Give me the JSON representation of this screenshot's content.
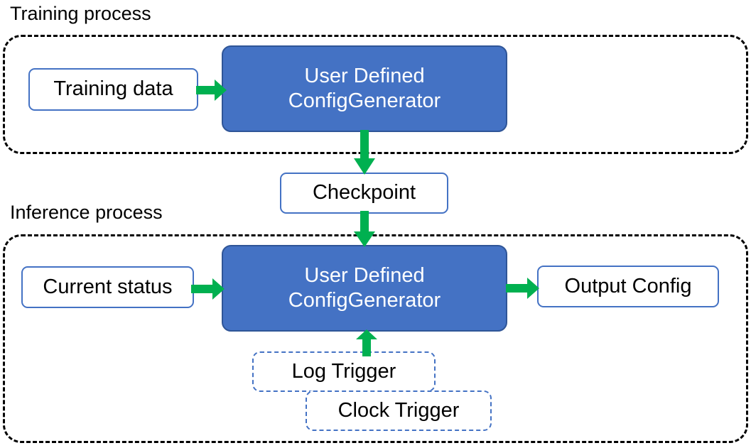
{
  "diagram": {
    "title_visible": false,
    "colors": {
      "process_fill": "#4472C4",
      "process_border": "#2F5597",
      "box_border": "#4472C4",
      "arrow": "#00B050",
      "container_border": "#000000",
      "text_dark": "#000000",
      "text_light": "#FFFFFF",
      "background": "#FFFFFF"
    },
    "sections": [
      {
        "id": "training",
        "label": "Training process"
      },
      {
        "id": "inference",
        "label": "Inference process"
      }
    ],
    "nodes": [
      {
        "id": "training-data",
        "label": "Training data",
        "style": "plain-box"
      },
      {
        "id": "generator-training",
        "line1": "User Defined",
        "line2": "ConfigGenerator",
        "style": "filled-box"
      },
      {
        "id": "checkpoint",
        "label": "Checkpoint",
        "style": "plain-box"
      },
      {
        "id": "current-status",
        "label": "Current status",
        "style": "plain-box"
      },
      {
        "id": "generator-inference",
        "line1": "User Defined",
        "line2": "ConfigGenerator",
        "style": "filled-box"
      },
      {
        "id": "output-config",
        "label": "Output Config",
        "style": "plain-box"
      },
      {
        "id": "log-trigger",
        "label": "Log Trigger",
        "style": "dashed-box"
      },
      {
        "id": "clock-trigger",
        "label": "Clock Trigger",
        "style": "dashed-box"
      }
    ],
    "edges": [
      {
        "id": "e1",
        "from": "training-data",
        "to": "generator-training",
        "direction": "right",
        "icon": "arrow-right-icon"
      },
      {
        "id": "e2",
        "from": "generator-training",
        "to": "checkpoint",
        "direction": "down",
        "icon": "arrow-down-icon"
      },
      {
        "id": "e3",
        "from": "checkpoint",
        "to": "generator-inference",
        "direction": "down",
        "icon": "arrow-down-icon"
      },
      {
        "id": "e4",
        "from": "current-status",
        "to": "generator-inference",
        "direction": "right",
        "icon": "arrow-right-icon"
      },
      {
        "id": "e5",
        "from": "generator-inference",
        "to": "output-config",
        "direction": "right",
        "icon": "arrow-right-icon"
      },
      {
        "id": "e6",
        "from": "log-trigger",
        "to": "generator-inference",
        "direction": "up",
        "icon": "arrow-up-icon"
      }
    ]
  }
}
